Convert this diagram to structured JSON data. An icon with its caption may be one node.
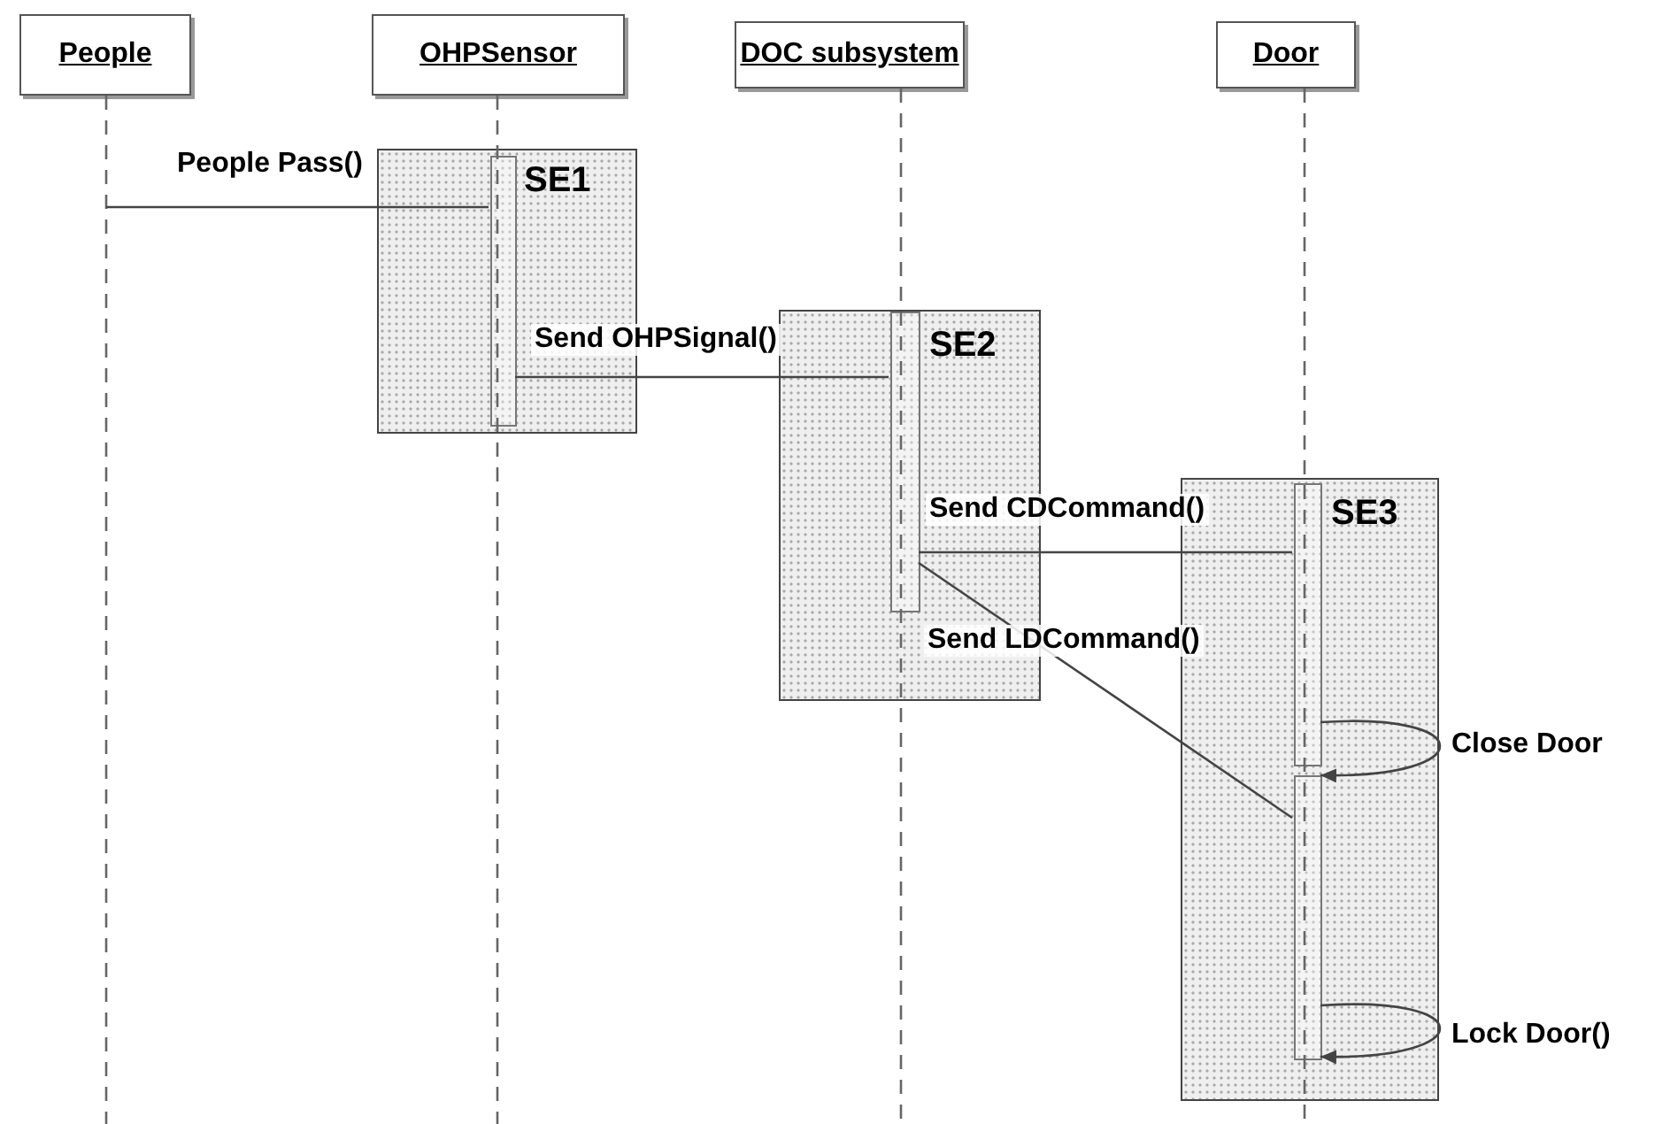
{
  "diagram": {
    "nodes": [
      {
        "text": [
          "People"
        ]
      },
      {
        "text": [
          "OHPSensor"
        ]
      },
      {
        "text": [
          "DOC subsystem"
        ]
      },
      {
        "text": [
          "Door"
        ]
      },
      {
        "text": [
          "SE1"
        ]
      },
      {
        "text": [
          "SE2"
        ]
      },
      {
        "text": [
          "SE3"
        ]
      },
      {
        "text": [],
        "shape": "bar",
        "in": 4
      },
      {
        "text": [],
        "shape": "bar",
        "in": 5
      },
      {
        "text": [],
        "shape": "bar",
        "in": 6
      },
      {
        "text": [],
        "shape": "bar",
        "in": 6
      }
    ],
    "edges": [
      {
        "from": 0,
        "to": 7,
        "arrow": "none",
        "label": "People Pass()"
      },
      {
        "from": 7,
        "to": 8,
        "arrow": "none",
        "label": "Send OHPSignal()"
      },
      {
        "from": 9,
        "to": 8,
        "arrow": "none",
        "label": "Send CDCommand()"
      },
      {
        "from": 8,
        "to": 10,
        "arrow": "none",
        "label": "Send LDCommand()"
      },
      {
        "from": 9,
        "to": 10,
        "arrow": "to",
        "label": "Close Door"
      },
      {
        "from": 10,
        "to": 10,
        "arrow": "to",
        "label": "Lock Door()"
      }
    ]
  }
}
